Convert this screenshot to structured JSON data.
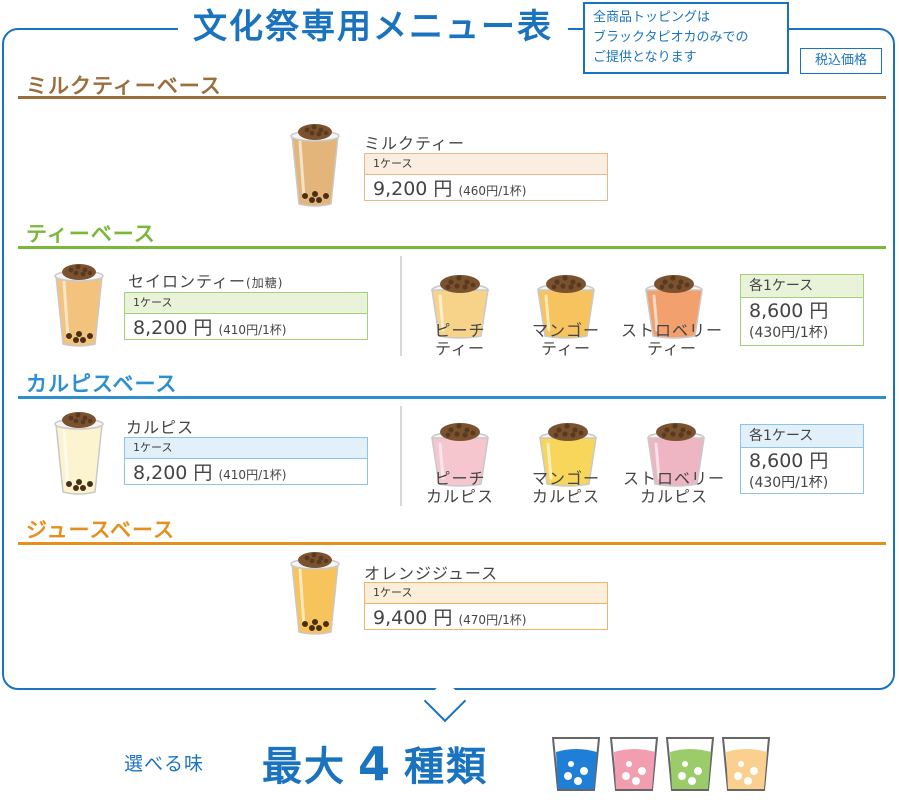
{
  "header": {
    "title": "文化祭専用メニュー表",
    "notice_lines": [
      "全商品トッピングは",
      "ブラックタピオカのみでの",
      "ご提供となります"
    ],
    "tax_label": "税込価格"
  },
  "sections": {
    "milk_tea": {
      "title": "ミルクティーベース",
      "color": "#9a6f3d",
      "product": {
        "name": "ミルクティー",
        "case_label": "1ケース",
        "price": "9,200 円",
        "unit_price": "(460円/1杯)"
      }
    },
    "tea": {
      "title": "ティーベース",
      "color": "#7ab83a",
      "product": {
        "name": "セイロンティー",
        "note": "(加糖)",
        "case_label": "1ケース",
        "price": "8,200 円",
        "unit_price": "(410円/1杯)"
      },
      "variants": [
        {
          "line1": "ピーチ",
          "line2": "ティー"
        },
        {
          "line1": "マンゴー",
          "line2": "ティー"
        },
        {
          "line1": "ストロベリー",
          "line2": "ティー"
        }
      ],
      "each": {
        "label": "各1ケース",
        "price": "8,600 円",
        "unit_price": "(430円/1杯)"
      }
    },
    "calpis": {
      "title": "カルピスベース",
      "color": "#2d8fd0",
      "product": {
        "name": "カルピス",
        "case_label": "1ケース",
        "price": "8,200 円",
        "unit_price": "(410円/1杯)"
      },
      "variants": [
        {
          "line1": "ピーチ",
          "line2": "カルピス"
        },
        {
          "line1": "マンゴー",
          "line2": "カルピス"
        },
        {
          "line1": "ストロベリー",
          "line2": "カルピス"
        }
      ],
      "each": {
        "label": "各1ケース",
        "price": "8,600 円",
        "unit_price": "(430円/1杯)"
      }
    },
    "juice": {
      "title": "ジュースベース",
      "color": "#e58f1c",
      "product": {
        "name": "オレンジジュース",
        "case_label": "1ケース",
        "price": "9,400 円",
        "unit_price": "(470円/1杯)"
      }
    }
  },
  "footer": {
    "choose_label": "選べる味",
    "max_prefix": "最大",
    "max_number": "4",
    "max_suffix": "種類"
  },
  "colors": {
    "brand_blue": "#1a73bf",
    "cup_milk_tea": "#e4b57a",
    "cup_ceylon": "#f3c27c",
    "cup_peach_tea": "#f7d38a",
    "cup_mango_tea": "#f6c35e",
    "cup_strawberry_tea": "#f2a06e",
    "cup_calpis": "#fbf4cf",
    "cup_peach_calpis": "#f6c6cf",
    "cup_mango_calpis": "#f8d65a",
    "cup_strawberry_calpis": "#eeb5c3",
    "cup_orange": "#f6c45a",
    "glass_blue": "#1f7fd6",
    "glass_pink": "#f29db0",
    "glass_green": "#9ccc6a",
    "glass_orange": "#fbcf8e"
  }
}
